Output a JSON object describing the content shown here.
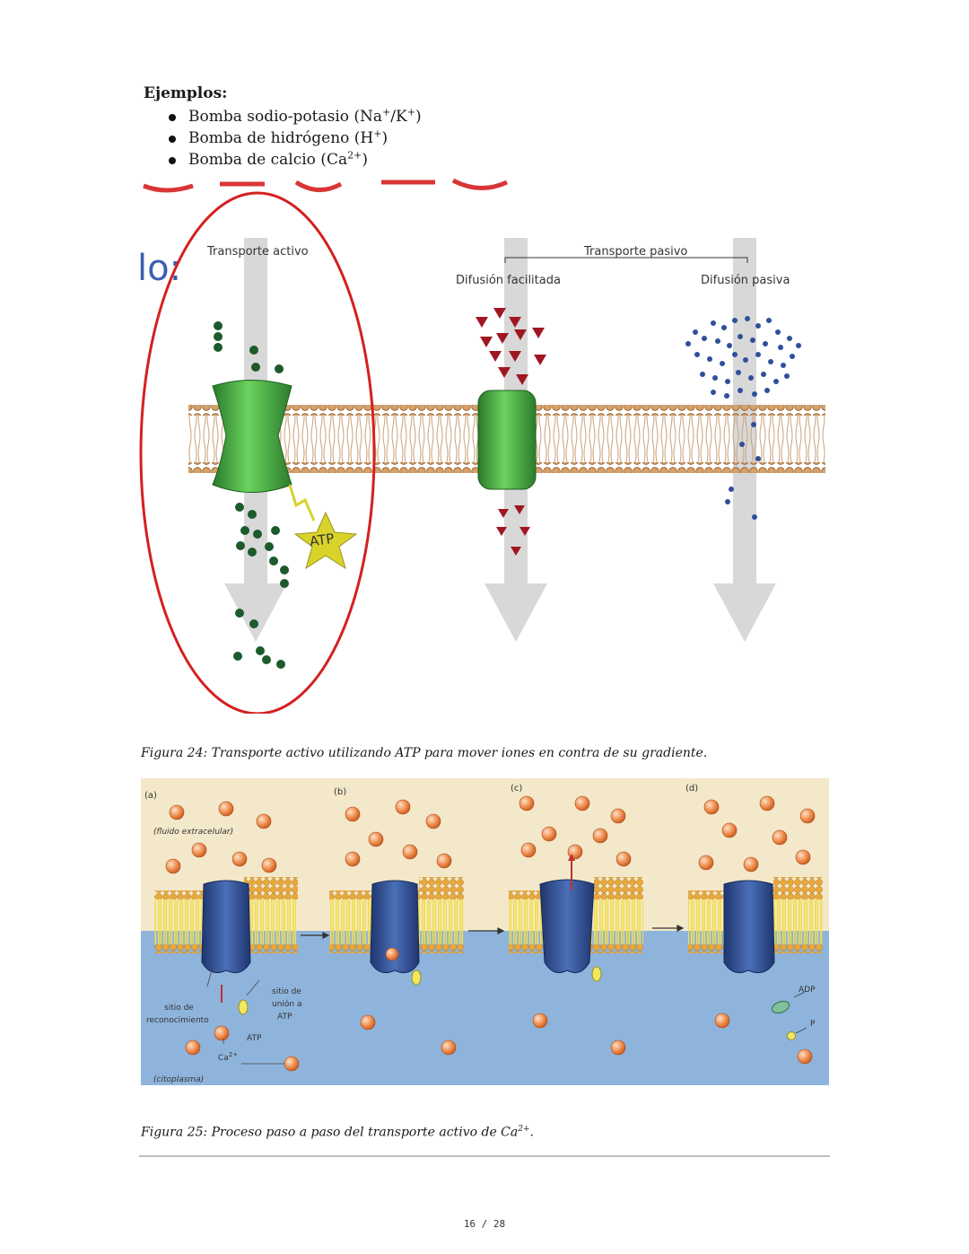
{
  "examples": {
    "heading": "Ejemplos:",
    "items": [
      {
        "prefix": "Bomba sodio-potasio (Na",
        "sup1": "+",
        "mid": "/K",
        "sup2": "+",
        "suffix": ")"
      },
      {
        "prefix": "Bomba de hidrógeno (H",
        "sup1": "+",
        "mid": "",
        "sup2": "",
        "suffix": ")"
      },
      {
        "prefix": "Bomba de calcio (Ca",
        "sup1": "2+",
        "mid": "",
        "sup2": "",
        "suffix": ")"
      }
    ]
  },
  "figure24": {
    "overlay_fragment": "lo:",
    "label_active": "Transporte activo",
    "label_passive": "Transporte pasivo",
    "label_facilitated": "Difusión facilitada",
    "label_simple": "Difusión pasiva",
    "atp": "ATP",
    "caption": "Figura 24: Transporte activo utilizando ATP para mover iones en contra de su gradiente.",
    "colors": {
      "highlight": "#d42020",
      "channel": "#3fa73c",
      "active_ion": "#1d5a2c",
      "facilitated_ion": "#a01722",
      "simple_ion": "#2f4f9a",
      "atp_star": "#d8d22b"
    }
  },
  "figure25": {
    "panel_a": "(a)",
    "panel_b": "(b)",
    "panel_c": "(c)",
    "panel_d": "(d)",
    "extracellular": "(fluido extracelular)",
    "cytoplasm": "(citoplasma)",
    "recognition_site_1": "sitio de",
    "recognition_site_2": "reconocimiento",
    "atp_site_1": "sitio de",
    "atp_site_2": "unión a",
    "atp_site_3": "ATP",
    "atp": "ATP",
    "ion": "Ca",
    "ion_charge": "2+",
    "adp": "ADP",
    "phosphate": "P",
    "caption_main": "Figura 25: Proceso paso a paso del transporte activo de Ca",
    "caption_sup": "2+",
    "caption_end": ".",
    "colors": {
      "extracellular_bg": "#f3e8c9",
      "cytoplasm_bg": "#8fb4dc",
      "lipid_head": "#e8a83c",
      "tail": "#f2dd4a",
      "pump": "#2f4d8d",
      "calcium": "#ee8a4a"
    }
  },
  "footer": {
    "page": "16 / 28"
  }
}
